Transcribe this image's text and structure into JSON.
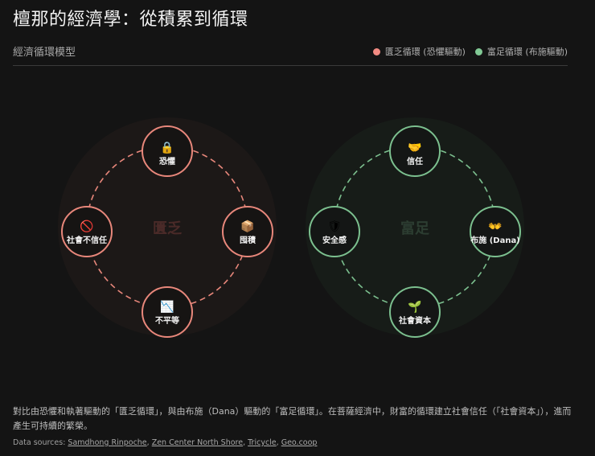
{
  "header": {
    "title": "檀那的經濟學：從積累到循環",
    "subtitle": "經濟循環模型"
  },
  "legend": [
    {
      "label": "匱乏循環 (恐懼驅動)",
      "color": "#f28b82"
    },
    {
      "label": "富足循環 (布施驅動)",
      "color": "#81c995"
    }
  ],
  "cycles": {
    "scarcity": {
      "center_label": "匱乏",
      "color": "#e8877b",
      "nodes": [
        {
          "label": "恐懼",
          "icon": "lock-icon",
          "glyph": "🔒",
          "position": "top"
        },
        {
          "label": "囤積",
          "icon": "package-icon",
          "glyph": "📦",
          "position": "right"
        },
        {
          "label": "不平等",
          "icon": "chart-decreasing-icon",
          "glyph": "📉",
          "position": "bottom"
        },
        {
          "label": "社會不信任",
          "icon": "prohibited-icon",
          "glyph": "🚫",
          "position": "left"
        }
      ]
    },
    "abundance": {
      "center_label": "富足",
      "color": "#7cc08f",
      "nodes": [
        {
          "label": "信任",
          "icon": "handshake-icon",
          "glyph": "🤝",
          "position": "top"
        },
        {
          "label": "布施 (Dana)",
          "icon": "open-hands-icon",
          "glyph": "👐",
          "position": "right"
        },
        {
          "label": "社會資本",
          "icon": "seedling-icon",
          "glyph": "🌱",
          "position": "bottom"
        },
        {
          "label": "安全感",
          "icon": "shield-icon",
          "glyph": "🛡",
          "position": "left"
        }
      ]
    }
  },
  "description": "對比由恐懼和執著驅動的「匱乏循環」，與由布施（Dana）驅動的「富足循環」。在菩薩經濟中，財富的循環建立社會信任（「社會資本」），進而產生可持續的繁榮。",
  "sources": {
    "prefix": "Data sources: ",
    "links": [
      "Samdhong Rinpoche",
      "Zen Center North Shore",
      "Tricycle",
      "Geo.coop"
    ]
  }
}
